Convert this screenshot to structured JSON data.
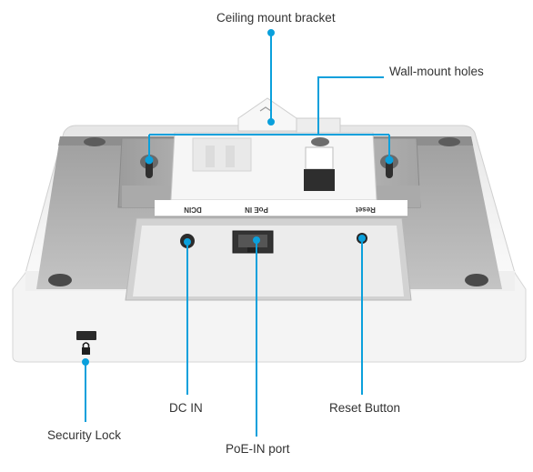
{
  "callouts": {
    "ceiling_mount_bracket": "Ceiling mount bracket",
    "wall_mount_holes": "Wall-mount holes",
    "dc_in": "DC IN",
    "reset_button": "Reset Button",
    "security_lock": "Security Lock",
    "poe_in_port": "PoE-IN port"
  },
  "device_labels": {
    "dc_in": "DCIN",
    "poe_in": "PoE IN",
    "reset": "Reset"
  },
  "colors": {
    "leader_line": "#0aa0dc",
    "body": "#f2f2f2",
    "panel": "#b9b9b9",
    "port_bay": "#ececec"
  }
}
